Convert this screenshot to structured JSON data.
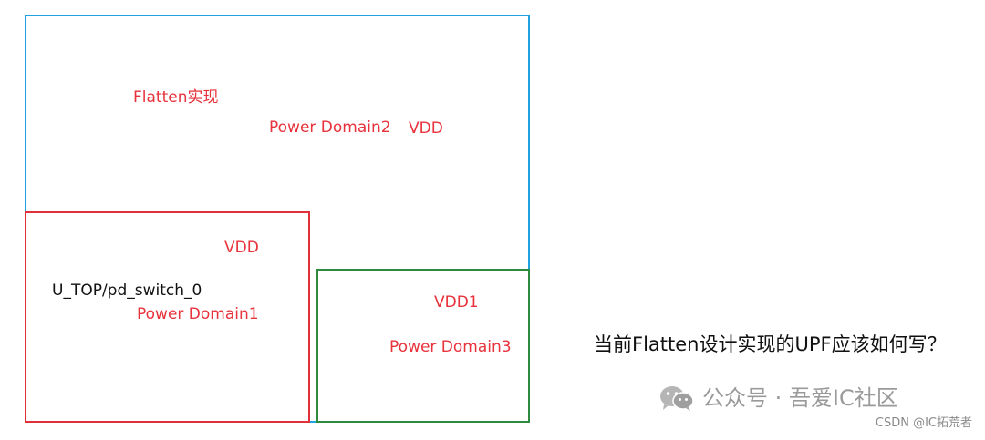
{
  "diagram": {
    "outer_box": {
      "title": "Flatten实现",
      "domain_label": "Power Domain2",
      "supply_label": "VDD"
    },
    "pd1_box": {
      "supply_label": "VDD",
      "instance_label": "U_TOP/pd_switch_0",
      "domain_label": "Power Domain1"
    },
    "pd3_box": {
      "supply_label": "VDD1",
      "domain_label": "Power Domain3"
    }
  },
  "question": "当前Flatten设计实现的UPF应该如何写？",
  "watermark": {
    "icon": "wechat-icon",
    "text": "公众号 · 吾爱IC社区"
  },
  "source_credit": "CSDN @IC拓荒者",
  "colors": {
    "outer_border": "#1ea3e0",
    "pd1_border": "#e0303a",
    "pd3_border": "#2e8b3e",
    "label_red": "#e8323c",
    "watermark_gray": "#9a9a9a"
  }
}
